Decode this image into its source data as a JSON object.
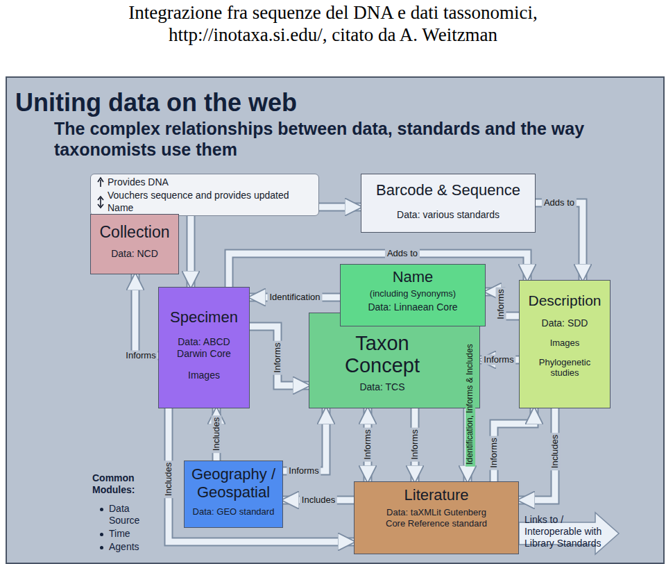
{
  "diagram": {
    "title": "Integrazione fra sequenze del DNA e dati tassonomici, http://inotaxa.si.edu/, citato da A. Weitzman",
    "nodes": [
      {
        "text": [
          "Collection",
          "Data: NCD"
        ]
      },
      {
        "text": [
          "Barcode & Sequence",
          "Data: various standards"
        ]
      },
      {
        "text": [
          "Name",
          "(including Synonyms)",
          "Data: Linnaean Core"
        ]
      },
      {
        "text": [
          "Specimen",
          "Data: ABCD Darwin Core",
          "Images"
        ]
      },
      {
        "text": [
          "Taxon Concept",
          "Data: TCS"
        ]
      },
      {
        "text": [
          "Description",
          "Data: SDD",
          "Images",
          "Phylogenetic studies"
        ]
      },
      {
        "text": [
          "Geography / Geospatial",
          "Data: GEO standard"
        ]
      },
      {
        "text": [
          "Literature",
          "Data: taXMLit Gutenberg Core Reference standard"
        ]
      }
    ],
    "edges": [
      {
        "from": 3,
        "to": 1,
        "arrow": "both"
      },
      {
        "from": 1,
        "to": 5,
        "label": "Adds to",
        "arrow": "to"
      },
      {
        "from": 3,
        "to": 5,
        "label": "Adds to",
        "arrow": "to"
      },
      {
        "from": 3,
        "to": 0,
        "label": "Informs",
        "arrow": "to"
      },
      {
        "from": 2,
        "to": 3,
        "label": "Identification",
        "arrow": "to"
      },
      {
        "from": 3,
        "to": 4,
        "label": "Informs",
        "arrow": "to"
      },
      {
        "from": 5,
        "to": 2,
        "label": "Informs",
        "arrow": "to"
      },
      {
        "from": 5,
        "to": 4,
        "label": "Informs",
        "arrow": "to"
      },
      {
        "from": 6,
        "to": 3,
        "label": "Includes",
        "arrow": "to"
      },
      {
        "from": 6,
        "to": 4,
        "label": "Informs",
        "arrow": "to"
      },
      {
        "from": 7,
        "to": 6,
        "label": "Includes",
        "arrow": "to"
      },
      {
        "from": 4,
        "to": 7,
        "label": "Informs",
        "arrow": "both"
      },
      {
        "from": 4,
        "to": 7,
        "label": "Informs",
        "arrow": "to"
      },
      {
        "from": 2,
        "to": 7,
        "label": "Identification, Informs & Includes",
        "arrow": "both"
      },
      {
        "from": 7,
        "to": 5,
        "label": "Informs",
        "arrow": "to"
      },
      {
        "from": 5,
        "to": 7,
        "label": "Includes",
        "arrow": "to"
      },
      {
        "from": 3,
        "to": 7,
        "label": "Includes",
        "arrow": "to"
      }
    ],
    "labels": [
      "Uniting data on the web",
      "The complex relationships between data, standards and the way taxonomists use them",
      "Common Modules:",
      "Data Source",
      "Time",
      "Agents",
      "Links to / Interoperable with Library Standards"
    ],
    "legend": [
      {
        "text": "Provides DNA"
      },
      {
        "text": "Vouchers sequence and provides updated Name"
      }
    ]
  }
}
